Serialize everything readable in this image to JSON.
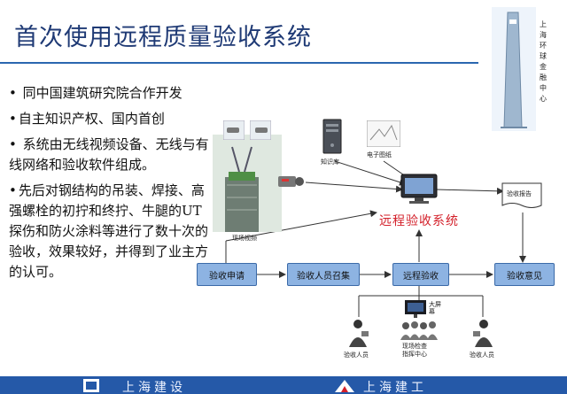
{
  "header": {
    "title": "首次使用远程质量验收系统",
    "side_caption": "上海环球金融中心"
  },
  "bullets": [
    "同中国建筑研究院合作开发",
    "自主知识产权、国内首创",
    "系统由无线视频设备、无线与有线网络和验收软件组成。",
    "先后对钢结构的吊装、焊接、高强螺栓的初拧和终拧、牛腿的UT探伤和防火涂料等进行了数十次的验收，效果较好，并得到了业主方的认可。"
  ],
  "diagram": {
    "system_label": "远程验收系统",
    "flow": [
      "验收申请",
      "验收人员召集",
      "远程验收",
      "验收意见"
    ],
    "labels": {
      "site_video": "现场视频",
      "knowledge_base": "知识库",
      "e_drawings": "电子图纸",
      "report": "验收报告",
      "big_screen": "大屏幕",
      "command_center_l1": "现场检查",
      "command_center_l2": "指挥中心",
      "inspector_left": "验收人员",
      "inspector_right": "验收人员"
    }
  },
  "footer": {
    "left_text": "上海建设",
    "right_text": "上海建工"
  },
  "colors": {
    "title": "#1f3a75",
    "rule": "#2a67b0",
    "box_fill": "#8db3e2",
    "system_red": "#d3202a",
    "footer_bg": "#2559a8"
  }
}
